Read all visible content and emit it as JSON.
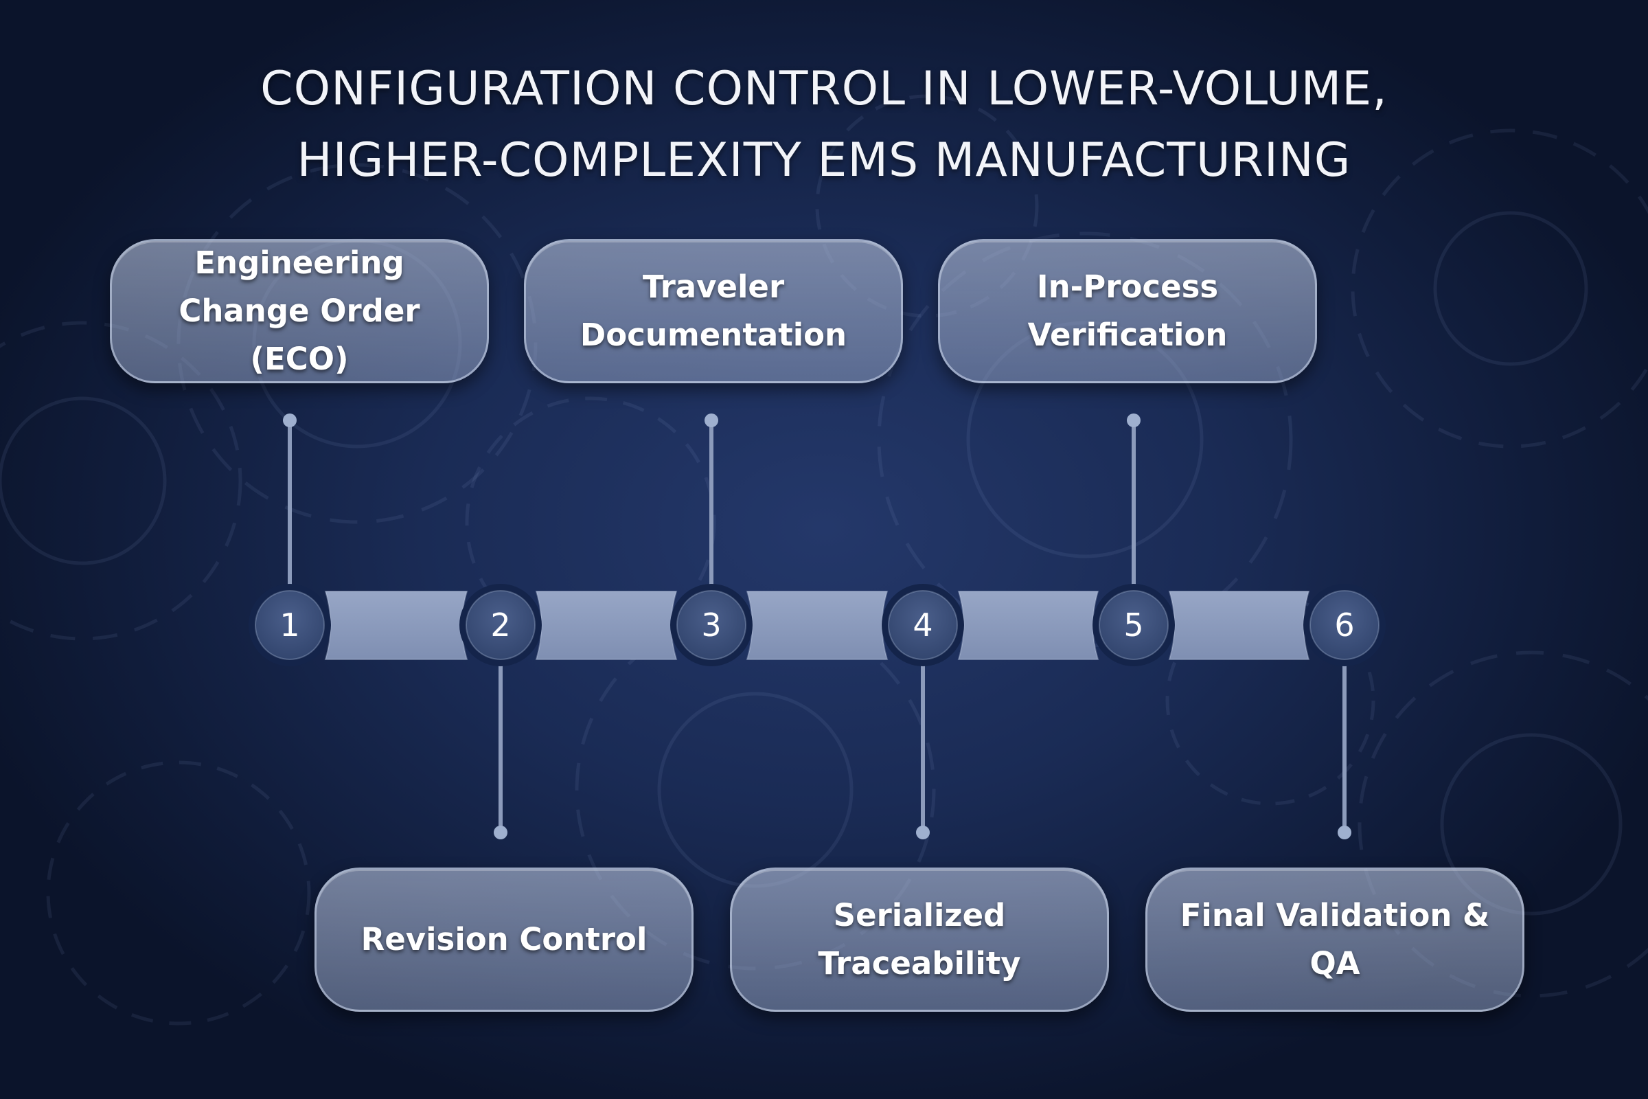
{
  "title": {
    "line1": "CONFIGURATION CONTROL IN LOWER-VOLUME,",
    "line2": "HIGHER-COMPLEXITY EMS MANUFACTURING"
  },
  "steps": [
    {
      "number": "1",
      "label": "Engineering Change Order (ECO)",
      "position": "top"
    },
    {
      "number": "2",
      "label": "Revision Control",
      "position": "bottom"
    },
    {
      "number": "3",
      "label": "Traveler Documentation",
      "position": "top"
    },
    {
      "number": "4",
      "label": "Serialized Traceability",
      "position": "bottom"
    },
    {
      "number": "5",
      "label": "In-Process Verification",
      "position": "top"
    },
    {
      "number": "6",
      "label": "Final Validation & QA",
      "position": "bottom"
    }
  ],
  "colors": {
    "background": "#1a2b55",
    "node": "#3b4e78",
    "connector": "#8c9bbb",
    "box_fill": "#a8b5d2",
    "text": "#ffffff"
  }
}
